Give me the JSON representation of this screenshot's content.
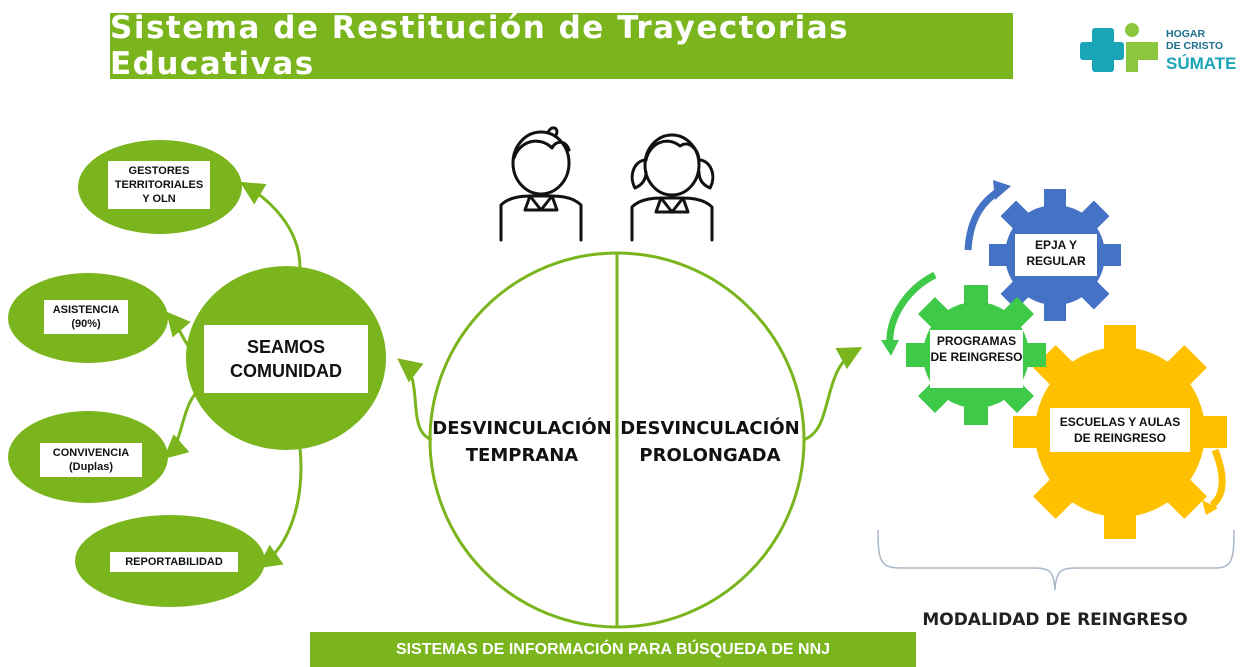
{
  "title": "Sistema de Restitución de Trayectorias Educativas",
  "logo": {
    "line1": "HOGAR",
    "line2": "DE CRISTO",
    "line3": "SÚMATE"
  },
  "hub": {
    "label": "SEAMOS COMUNIDAD"
  },
  "satellites": [
    {
      "label": "GESTORES TERRITORIALES Y OLN"
    },
    {
      "label": "ASISTENCIA (90%)"
    },
    {
      "label": "CONVIVENCIA (Duplas)"
    },
    {
      "label": "REPORTABILIDAD"
    }
  ],
  "circle": {
    "left_label": "DESVINCULACIÓN TEMPRANA",
    "right_label": "DESVINCULACIÓN PROLONGADA"
  },
  "gears": [
    {
      "label": "EPJA Y REGULAR",
      "color": "#4472c4"
    },
    {
      "label": "PROGRAMAS DE REINGRESO",
      "color": "#3ec948"
    },
    {
      "label": "ESCUELAS Y AULAS DE REINGRESO",
      "color": "#ffc000"
    }
  ],
  "modality_label": "MODALIDAD DE REINGRESO",
  "footer": "SISTEMAS DE INFORMACIÓN PARA BÚSQUEDA DE NNJ",
  "colors": {
    "green": "#7ab51d",
    "white": "#ffffff",
    "blue": "#4472c4",
    "bright_green": "#3ec948",
    "yellow": "#ffc000"
  },
  "icons": [
    "boy-icon",
    "girl-icon"
  ]
}
